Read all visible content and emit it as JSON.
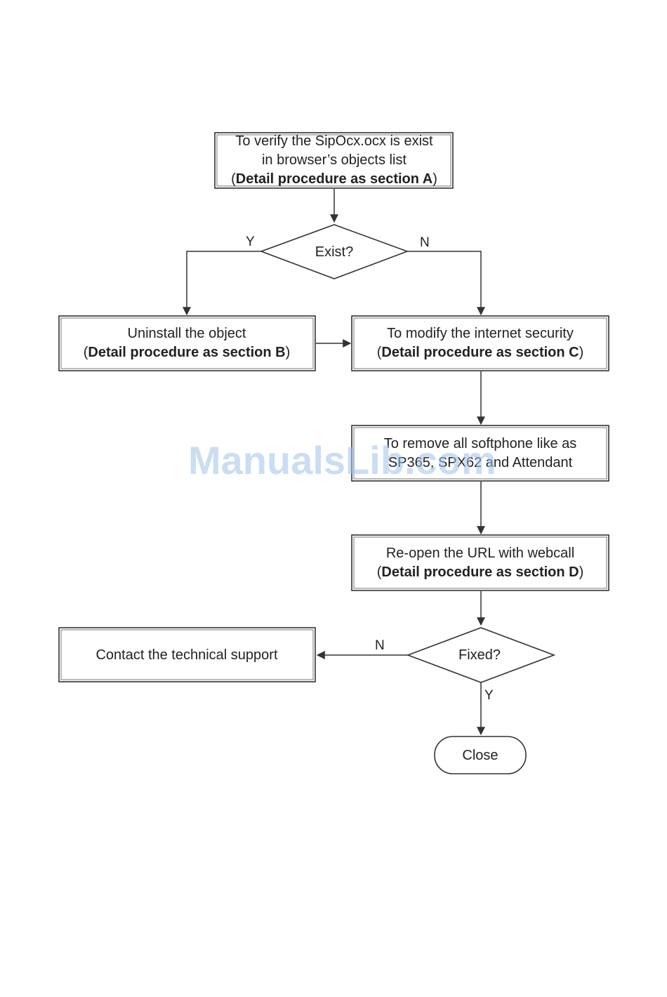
{
  "nodes": {
    "verify": {
      "line1": "To verify the SipOcx.ocx is exist",
      "line2": "in browser’s objects list",
      "detail": "Detail procedure as section A"
    },
    "exist": {
      "label": "Exist?"
    },
    "uninstall": {
      "line1": "Uninstall the object",
      "detail": "Detail procedure as section B"
    },
    "modify": {
      "line1": "To modify the internet security",
      "detail": "Detail procedure as section C"
    },
    "remove": {
      "line1": "To remove all softphone like as",
      "line2": "SP365, SPX62 and Attendant"
    },
    "reopen": {
      "line1": "Re-open the URL with webcall",
      "detail": "Detail procedure as section D"
    },
    "fixed": {
      "label": "Fixed?"
    },
    "contact": {
      "line1": "Contact the technical support"
    },
    "close": {
      "label": "Close"
    }
  },
  "edges": {
    "exist_yes": "Y",
    "exist_no": "N",
    "fixed_no": "N",
    "fixed_yes": "Y"
  },
  "watermark": "ManualsLib.com"
}
